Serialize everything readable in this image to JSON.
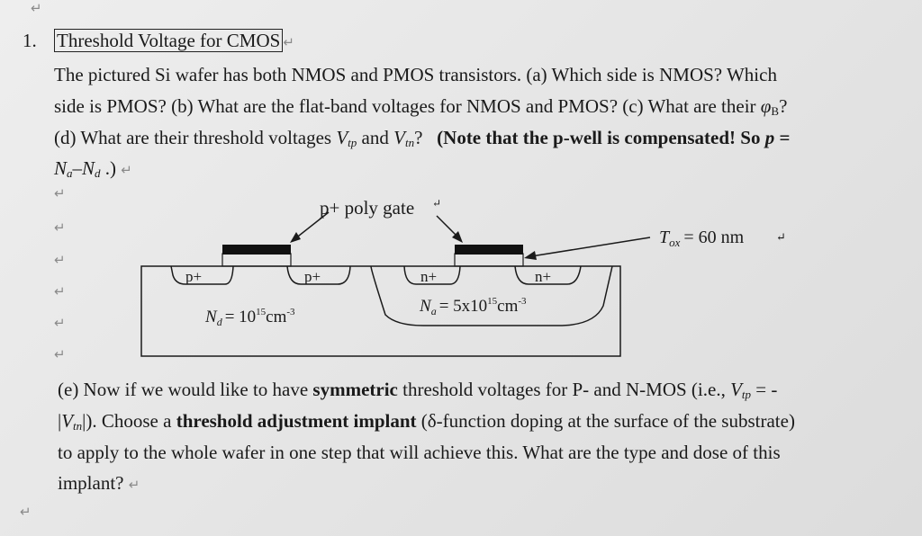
{
  "return_glyph": "↵",
  "problem": {
    "number": "1.",
    "title": "Threshold Voltage for CMOS",
    "intro": {
      "line1": "The pictured Si wafer has both NMOS and PMOS transistors. (a) Which side is NMOS? Which",
      "line2": "side is PMOS? (b) What are the flat-band voltages for NMOS and PMOS? (c) What are their",
      "phi": "φ",
      "phi_sub": "B",
      "q": "?",
      "line3_a": "(d) What are their threshold voltages",
      "vtp_v": "V",
      "vtp_sub": "tp",
      "and": "and",
      "vtn_v": "V",
      "vtn_sub": "tn",
      "line3_q": "?",
      "note": "(Note that the p-well is compensated! So",
      "note_p": "p",
      "note_eq": "=",
      "line4_na": "N",
      "line4_na_sub": "a",
      "line4_minus": "–",
      "line4_nd": "N",
      "line4_nd_sub": "d",
      "line4_end": ".)"
    },
    "diagram": {
      "gate_label": "p+ poly gate",
      "tox_sym": "T",
      "tox_sub": "ox",
      "tox_val": "= 60 nm",
      "pplus_left": "p+",
      "pplus_right": "p+",
      "nplus_left": "n+",
      "nplus_right": "n+",
      "nd_sym": "N",
      "nd_sub": "d",
      "nd_val": "= 10",
      "nd_exp": "15",
      "nd_unit": "cm",
      "nd_unit_exp": "-3",
      "na_sym": "N",
      "na_sub": "a",
      "na_val": "= 5x10",
      "na_exp": "15",
      "na_unit": "cm",
      "na_unit_exp": "-3"
    },
    "part_e": {
      "l1_a": "(e) Now if we would like to have",
      "l1_bold": "symmetric",
      "l1_b": "threshold voltages for P- and N-MOS (i.e.,",
      "l1_v": "V",
      "l1_vsub": "tp",
      "l1_c": "= -",
      "l2_bar": "|",
      "l2_v": "V",
      "l2_vsub": "tn",
      "l2_a": "|). Choose a",
      "l2_bold": "threshold adjustment implant",
      "l2_b": "(δ-function doping at the surface of the substrate)",
      "l3": "to apply to the whole wafer in one step that will achieve this. What are the type and dose of this",
      "l4": "implant?"
    }
  }
}
